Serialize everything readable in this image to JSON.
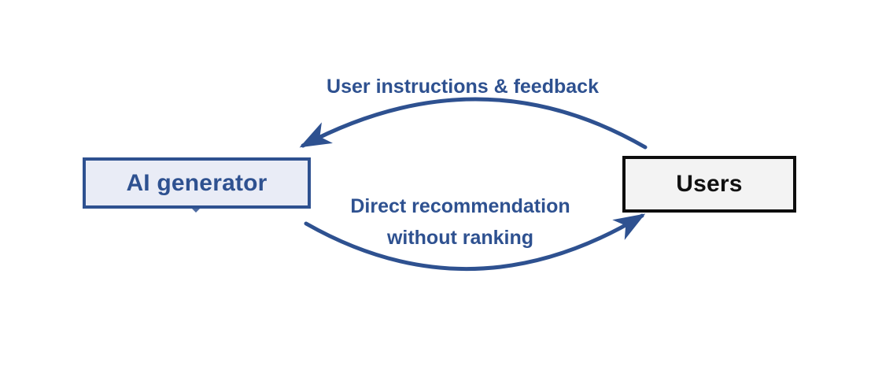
{
  "theme": {
    "canvas": "#ffffff",
    "accent": "#2e5190",
    "ai-fill": "#e9ecf6",
    "users-fill": "#f3f3f3",
    "users-border": "#0d0d0d",
    "users-text": "#111111"
  },
  "nodes": {
    "ai_generator": {
      "label": "AI generator"
    },
    "users": {
      "label": "Users"
    }
  },
  "edges": {
    "top": {
      "label": "User instructions & feedback",
      "direction": "users_to_ai_generator"
    },
    "bottom": {
      "line1": "Direct recommendation",
      "line2": "without ranking",
      "direction": "ai_generator_to_users"
    }
  }
}
